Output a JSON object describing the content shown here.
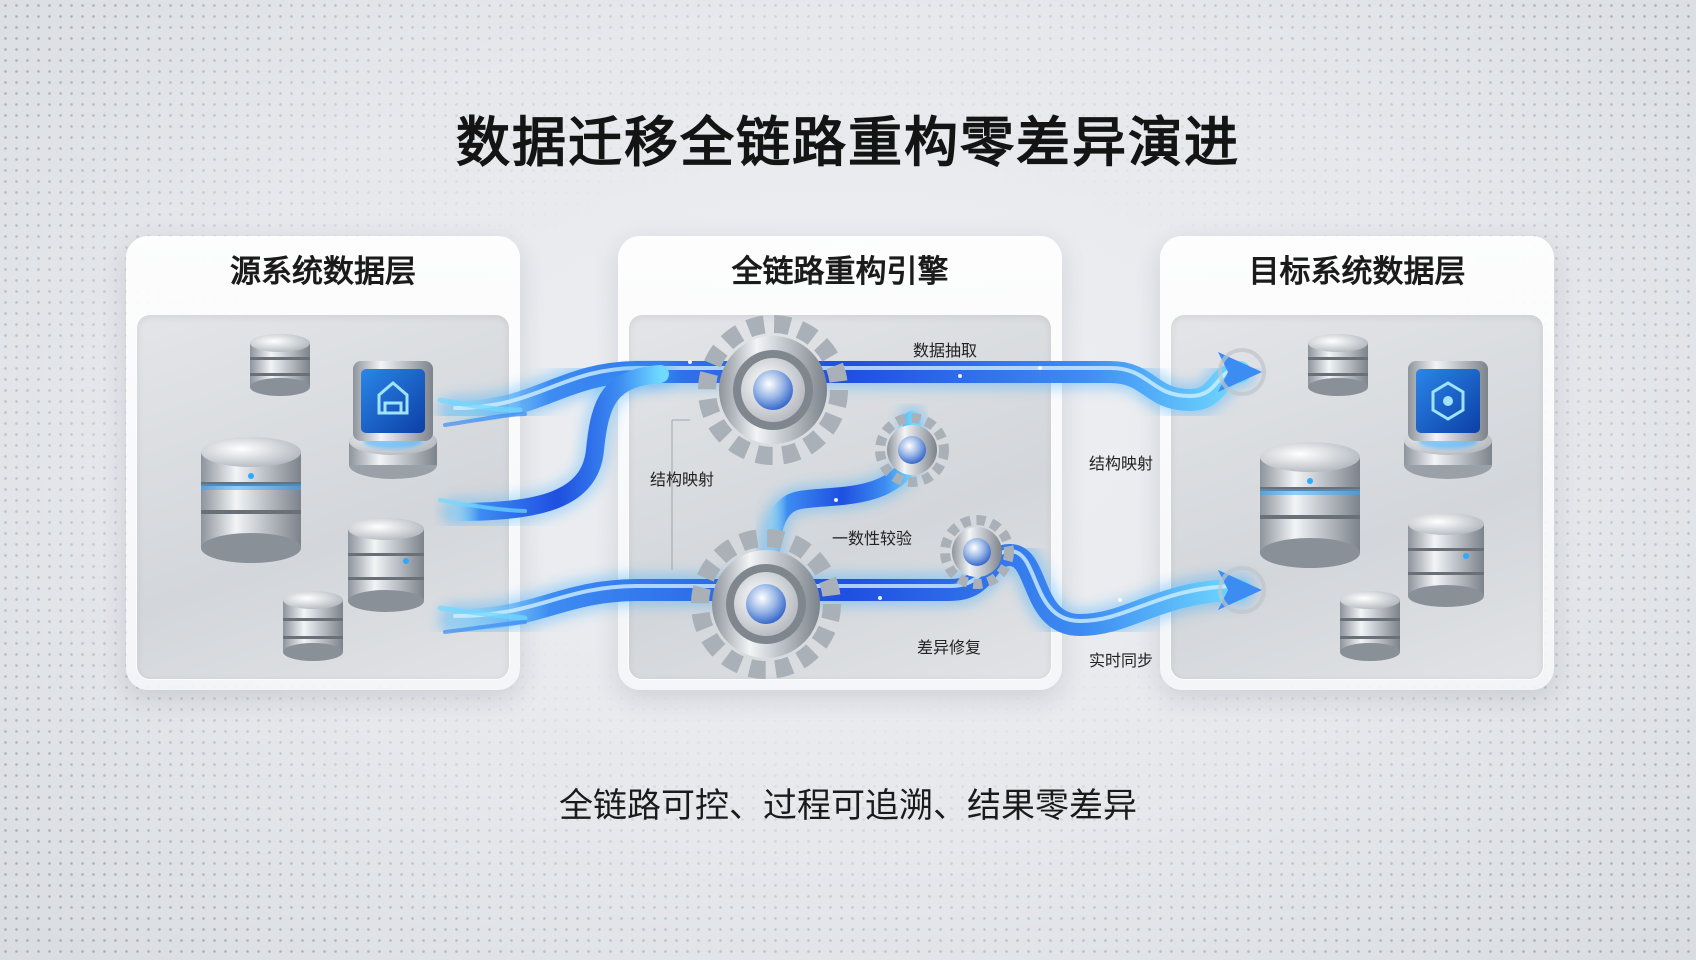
{
  "title": "数据迁移全链路重构零差异演进",
  "panels": {
    "source": {
      "title": "源系统数据层"
    },
    "engine": {
      "title": "全链路重构引擎"
    },
    "target": {
      "title": "目标系统数据层"
    }
  },
  "labels": {
    "extract": "数据抽取",
    "mapping_engine": "结构映射",
    "consistency": "一数性较验",
    "repair": "差异修复",
    "mapping_out": "结构映射",
    "sync": "实时同步"
  },
  "subtitle": "全链路可控、过程可追溯、结果零差异",
  "colors": {
    "flow_dark": "#1f4fe0",
    "flow_mid": "#3d8cf2",
    "flow_light": "#6fd9ff",
    "metal": "#b9bec5",
    "glow": "#2fa8ff"
  },
  "icons": [
    "database-icon",
    "chip-icon",
    "gear-icon",
    "arrow-icon"
  ]
}
